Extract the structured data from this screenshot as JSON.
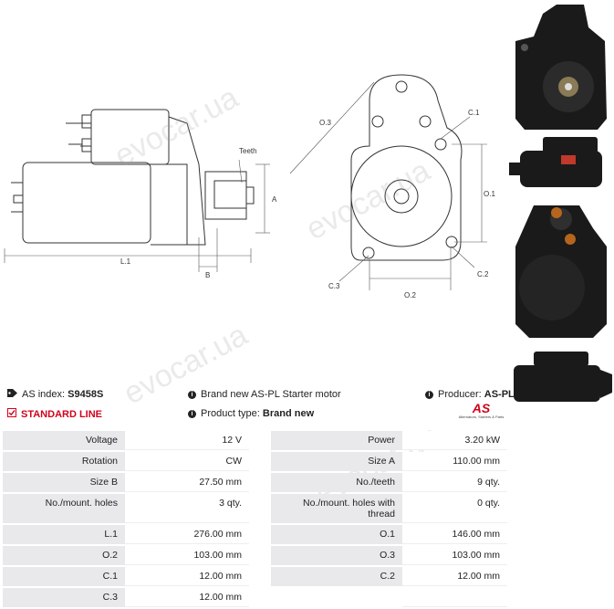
{
  "drawing": {
    "labels": {
      "teeth": "Teeth",
      "a": "A",
      "b": "B",
      "l1": "L.1",
      "o1": "O.1",
      "o2": "O.2",
      "o3": "O.3",
      "c1": "C.1",
      "c2": "C.2",
      "c3": "C.3"
    }
  },
  "watermark": "evocar.ua",
  "info": {
    "as_index_label": "AS index:",
    "as_index_value": "S9458S",
    "brand_text": "Brand new AS-PL Starter motor",
    "producer_label": "Producer:",
    "producer_value": "AS-PL",
    "standard_line": "STANDARD LINE",
    "product_type_label": "Product type:",
    "product_type_value": "Brand new",
    "logo_text": "AS",
    "logo_sub": "Alternators, Starters & Parts"
  },
  "specs": [
    {
      "k1": "Voltage",
      "v1": "12 V",
      "k2": "Power",
      "v2": "3.20 kW"
    },
    {
      "k1": "Rotation",
      "v1": "CW",
      "k2": "Size A",
      "v2": "110.00 mm"
    },
    {
      "k1": "Size B",
      "v1": "27.50 mm",
      "k2": "No./teeth",
      "v2": "9 qty."
    },
    {
      "k1": "No./mount. holes",
      "v1": "3 qty.",
      "k2": "No./mount. holes with thread",
      "v2": "0 qty."
    },
    {
      "k1": "L.1",
      "v1": "276.00 mm",
      "k2": "O.1",
      "v2": "146.00 mm"
    },
    {
      "k1": "O.2",
      "v1": "103.00 mm",
      "k2": "O.3",
      "v2": "103.00 mm"
    },
    {
      "k1": "C.1",
      "v1": "12.00 mm",
      "k2": "C.2",
      "v2": "12.00 mm"
    },
    {
      "k1": "C.3",
      "v1": "12.00 mm",
      "k2": "",
      "v2": ""
    }
  ],
  "colors": {
    "accent_red": "#d0021b",
    "label_bg": "#e9e9ec"
  }
}
